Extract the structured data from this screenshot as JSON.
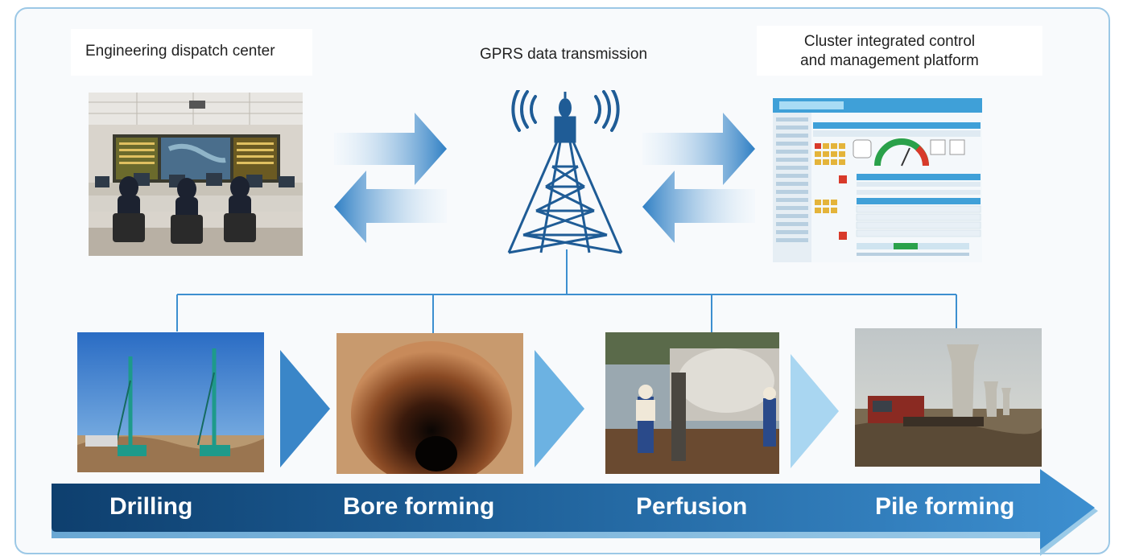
{
  "nodes": {
    "dispatch_center": "Engineering dispatch center",
    "gprs": "GPRS data transmission",
    "platform": "Cluster integrated control\nand management platform"
  },
  "stages": [
    "Drilling",
    "Bore forming",
    "Perfusion",
    "Pile forming"
  ],
  "colors": {
    "border": "#9cc8e6",
    "arrow_blue": "#3a86c8",
    "light_arrow": "#8cc8ec",
    "timeline_dark": "#0e3f6e",
    "timeline_light": "#3d8fd0",
    "tower": "#1f5c96"
  }
}
